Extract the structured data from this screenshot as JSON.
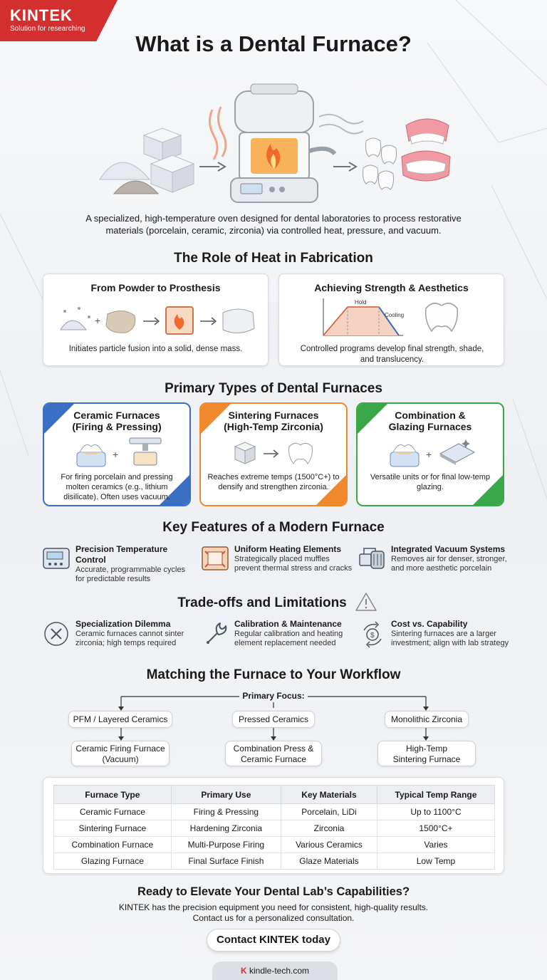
{
  "brand": {
    "name": "KINTEK",
    "tagline": "Solution for researching",
    "accent": "#d32f2f"
  },
  "title": "What is a Dental Furnace?",
  "intro": "A specialized, high-temperature oven designed for dental laboratories to process restorative materials (porcelain, ceramic, zirconia) via controlled heat, pressure, and vacuum.",
  "role": {
    "heading": "The Role of Heat in Fabrication",
    "cards": [
      {
        "title": "From Powder to Prosthesis",
        "text": "Initiates particle fusion into a solid, dense mass."
      },
      {
        "title": "Achieving Strength & Aesthetics",
        "text": "Controlled programs develop final strength, shade, and translucency.",
        "graph_labels": {
          "hold": "Hold",
          "cooling": "Cooling"
        }
      }
    ]
  },
  "types": {
    "heading": "Primary Types of Dental Furnaces",
    "cards": [
      {
        "title1": "Ceramic Furnaces",
        "title2": "(Firing & Pressing)",
        "text": "For firing porcelain and pressing molten ceramics (e.g., lithium disilicate). Often uses vacuum.",
        "color": "#3b6fc4"
      },
      {
        "title1": "Sintering Furnaces",
        "title2": "(High-Temp Zirconia)",
        "text": "Reaches extreme temps (1500°C+) to densify and strengthen zirconia.",
        "color": "#f0892b"
      },
      {
        "title1": "Combination &",
        "title2": "Glazing Furnaces",
        "text": "Versatile units or for final low-temp glazing.",
        "color": "#3aa84a"
      }
    ]
  },
  "features": {
    "heading": "Key Features of a Modern Furnace",
    "items": [
      {
        "title": "Precision Temperature Control",
        "text1": "Accurate, programmable cycles",
        "text2": "for predictable results",
        "icon": "control-panel-icon"
      },
      {
        "title": "Uniform Heating Elements",
        "text1": "Strategically placed muffles",
        "text2": "prevent thermal stress and cracks",
        "icon": "heating-element-icon"
      },
      {
        "title": "Integrated Vacuum Systems",
        "text1": "Removes air for denser, stronger,",
        "text2": "and more aesthetic porcelain",
        "icon": "vacuum-pump-icon"
      }
    ]
  },
  "tradeoffs": {
    "heading": "Trade-offs and Limitations",
    "items": [
      {
        "title": "Specialization Dilemma",
        "text1": "Ceramic furnaces cannot sinter",
        "text2": "zirconia; high temps required",
        "icon": "x-circle-icon"
      },
      {
        "title": "Calibration & Maintenance",
        "text1": "Regular calibration and heating",
        "text2": "element replacement needed",
        "icon": "wrench-icon"
      },
      {
        "title": "Cost vs. Capability",
        "text1": "Sintering furnaces are a larger",
        "text2": "investment; align with lab strategy",
        "icon": "cost-cycle-icon"
      }
    ]
  },
  "workflow": {
    "heading": "Matching the Furnace to Your Workflow",
    "focus": "Primary Focus:",
    "branches": [
      {
        "focus": "PFM / Layered Ceramics",
        "result1": "Ceramic Firing Furnace",
        "result2": "(Vacuum)"
      },
      {
        "focus": "Pressed Ceramics",
        "result1": "Combination Press &",
        "result2": "Ceramic Furnace"
      },
      {
        "focus": "Monolithic Zirconia",
        "result1": "High-Temp",
        "result2": "Sintering Furnace"
      }
    ]
  },
  "table": {
    "headers": [
      "Furnace Type",
      "Primary Use",
      "Key Materials",
      "Typical Temp Range"
    ],
    "rows": [
      [
        "Ceramic Furnace",
        "Firing & Pressing",
        "Porcelain, LiDi",
        "Up to 1100°C"
      ],
      [
        "Sintering Furnace",
        "Hardening Zirconia",
        "Zirconia",
        "1500°C+"
      ],
      [
        "Combination Furnace",
        "Multi-Purpose Firing",
        "Various Ceramics",
        "Varies"
      ],
      [
        "Glazing Furnace",
        "Final Surface Finish",
        "Glaze Materials",
        "Low Temp"
      ]
    ]
  },
  "cta": {
    "heading": "Ready to Elevate Your Dental Lab’s Capabilities?",
    "line1": "KINTEK has the precision equipment you need for consistent, high-quality results.",
    "line2": "Contact us for a personalized consultation.",
    "button": "Contact KINTEK today"
  },
  "footer": {
    "site": "kindle-tech.com"
  }
}
